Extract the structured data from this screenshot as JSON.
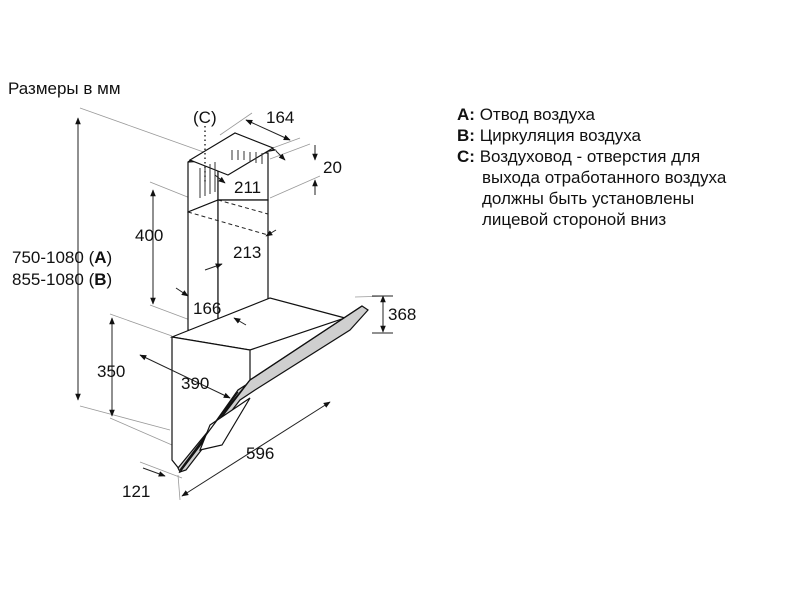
{
  "title": "Размеры в мм",
  "dimensions": {
    "c_label": "(C)",
    "d164": "164",
    "d20": "20",
    "d211": "211",
    "d213": "213",
    "d400": "400",
    "d166": "166",
    "d368": "368",
    "d350": "350",
    "d390": "390",
    "d596": "596",
    "d121": "121",
    "height_a_value": "750-1080 (",
    "height_a_key": "A",
    "height_b_value": "855-1080 (",
    "height_b_key": "B",
    "close_paren": ")"
  },
  "legend": [
    {
      "key": "A:",
      "text": "Отвод воздуха"
    },
    {
      "key": "B:",
      "text": "Циркуляция воздуха"
    },
    {
      "key": "C:",
      "text": "Воздуховод - отверстия для"
    },
    {
      "key": "",
      "text": "выхода отработанного воздуха"
    },
    {
      "key": "",
      "text": "должны быть установлены"
    },
    {
      "key": "",
      "text": "лицевой стороной вниз"
    }
  ]
}
